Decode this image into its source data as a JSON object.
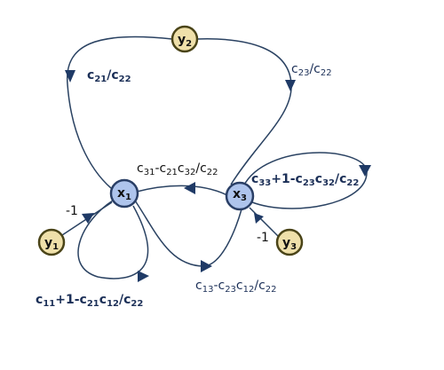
{
  "nodes": {
    "x1": {
      "base": "x",
      "sub": "1"
    },
    "x3": {
      "base": "x",
      "sub": "3"
    },
    "y1": {
      "base": "y",
      "sub": "1"
    },
    "y2": {
      "base": "y",
      "sub": "2"
    },
    "y3": {
      "base": "y",
      "sub": "3"
    }
  },
  "edges": {
    "y2_x1": {
      "parts": [
        {
          "t": "c",
          "sub": false
        },
        {
          "t": "21",
          "sub": true
        },
        {
          "t": "/c",
          "sub": false
        },
        {
          "t": "22",
          "sub": true
        }
      ]
    },
    "x3_y2": {
      "parts": [
        {
          "t": "c",
          "sub": false
        },
        {
          "t": "23",
          "sub": true
        },
        {
          "t": "/c",
          "sub": false
        },
        {
          "t": "22",
          "sub": true
        }
      ]
    },
    "x3_x1": {
      "parts": [
        {
          "t": "c",
          "sub": false
        },
        {
          "t": "31",
          "sub": true
        },
        {
          "t": "-c",
          "sub": false
        },
        {
          "t": "21",
          "sub": true
        },
        {
          "t": "c",
          "sub": false
        },
        {
          "t": "32",
          "sub": true
        },
        {
          "t": "/c",
          "sub": false
        },
        {
          "t": "22",
          "sub": true
        }
      ]
    },
    "x3_loop": {
      "parts": [
        {
          "t": "c",
          "sub": false
        },
        {
          "t": "33",
          "sub": true
        },
        {
          "t": "+1-c",
          "sub": false
        },
        {
          "t": "23",
          "sub": true
        },
        {
          "t": "c",
          "sub": false
        },
        {
          "t": "32",
          "sub": true
        },
        {
          "t": "/c",
          "sub": false
        },
        {
          "t": "22",
          "sub": true
        }
      ]
    },
    "y1_x1": {
      "text": "-1"
    },
    "y3_x3": {
      "text": "-1"
    },
    "x1_x3": {
      "parts": [
        {
          "t": "c",
          "sub": false
        },
        {
          "t": "13",
          "sub": true
        },
        {
          "t": "-c",
          "sub": false
        },
        {
          "t": "23",
          "sub": true
        },
        {
          "t": "c",
          "sub": false
        },
        {
          "t": "12",
          "sub": true
        },
        {
          "t": "/c",
          "sub": false
        },
        {
          "t": "22",
          "sub": true
        }
      ]
    },
    "x1_loop": {
      "parts": [
        {
          "t": "c",
          "sub": false
        },
        {
          "t": "11",
          "sub": true
        },
        {
          "t": "+1-c",
          "sub": false
        },
        {
          "t": "21",
          "sub": true
        },
        {
          "t": "c",
          "sub": false
        },
        {
          "t": "12",
          "sub": true
        },
        {
          "t": "/c",
          "sub": false
        },
        {
          "t": "22",
          "sub": true
        }
      ]
    }
  }
}
